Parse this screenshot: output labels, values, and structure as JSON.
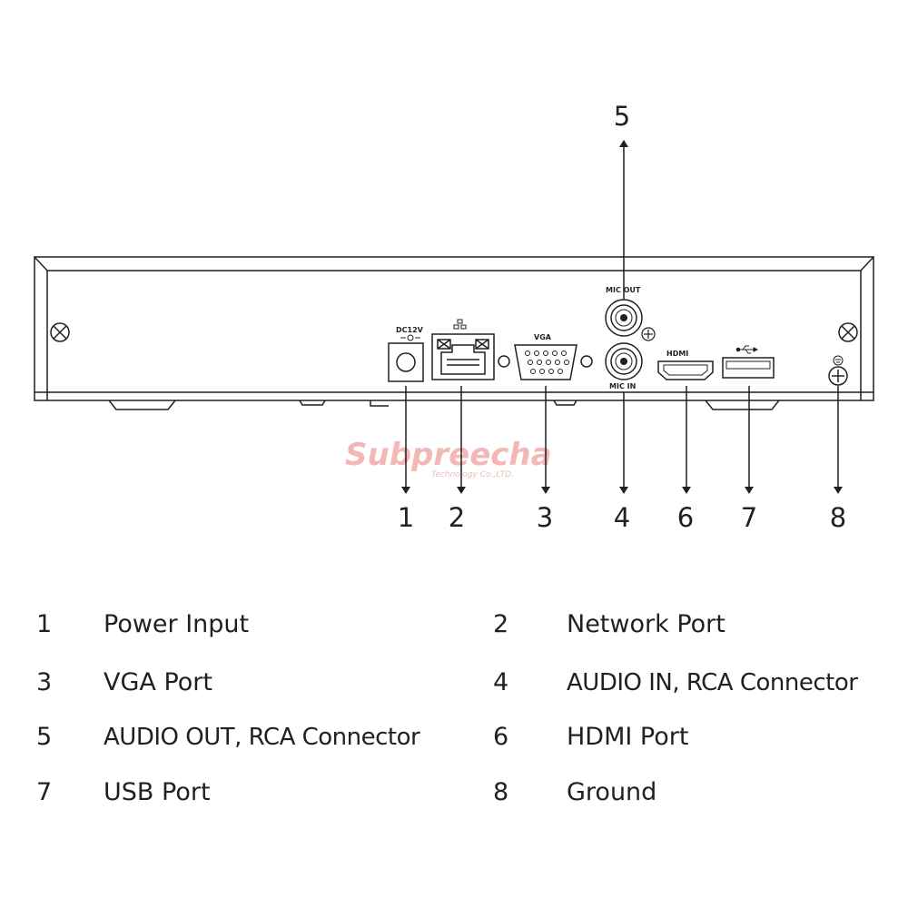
{
  "diagram": {
    "port_labels": {
      "power": "DC12V",
      "vga": "VGA",
      "mic_out": "MIC OUT",
      "mic_in": "MIC IN",
      "hdmi": "HDMI"
    },
    "watermark": {
      "name": "Subpreecha",
      "subtitle": "Technology Co.,LTD."
    },
    "callouts": [
      "1",
      "2",
      "3",
      "4",
      "5",
      "6",
      "7",
      "8"
    ]
  },
  "legend": [
    {
      "num": "1",
      "text": "Power Input"
    },
    {
      "num": "2",
      "text": "Network Port"
    },
    {
      "num": "3",
      "text": "VGA Port"
    },
    {
      "num": "4",
      "text": "AUDIO IN, RCA Connector"
    },
    {
      "num": "5",
      "text": "AUDIO OUT, RCA Connector"
    },
    {
      "num": "6",
      "text": "HDMI Port"
    },
    {
      "num": "7",
      "text": "USB Port"
    },
    {
      "num": "8",
      "text": "Ground"
    }
  ]
}
